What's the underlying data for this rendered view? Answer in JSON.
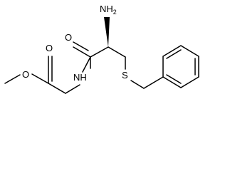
{
  "molecule": {
    "atoms": {
      "methyl_oxygen": "O",
      "carbonyl_oxygen_ester": "O",
      "carbonyl_oxygen_amide": "O",
      "amide_nitrogen": "NH",
      "amine_nitrogen": "NH",
      "amine_subscript": "2",
      "sulfur": "S"
    }
  }
}
